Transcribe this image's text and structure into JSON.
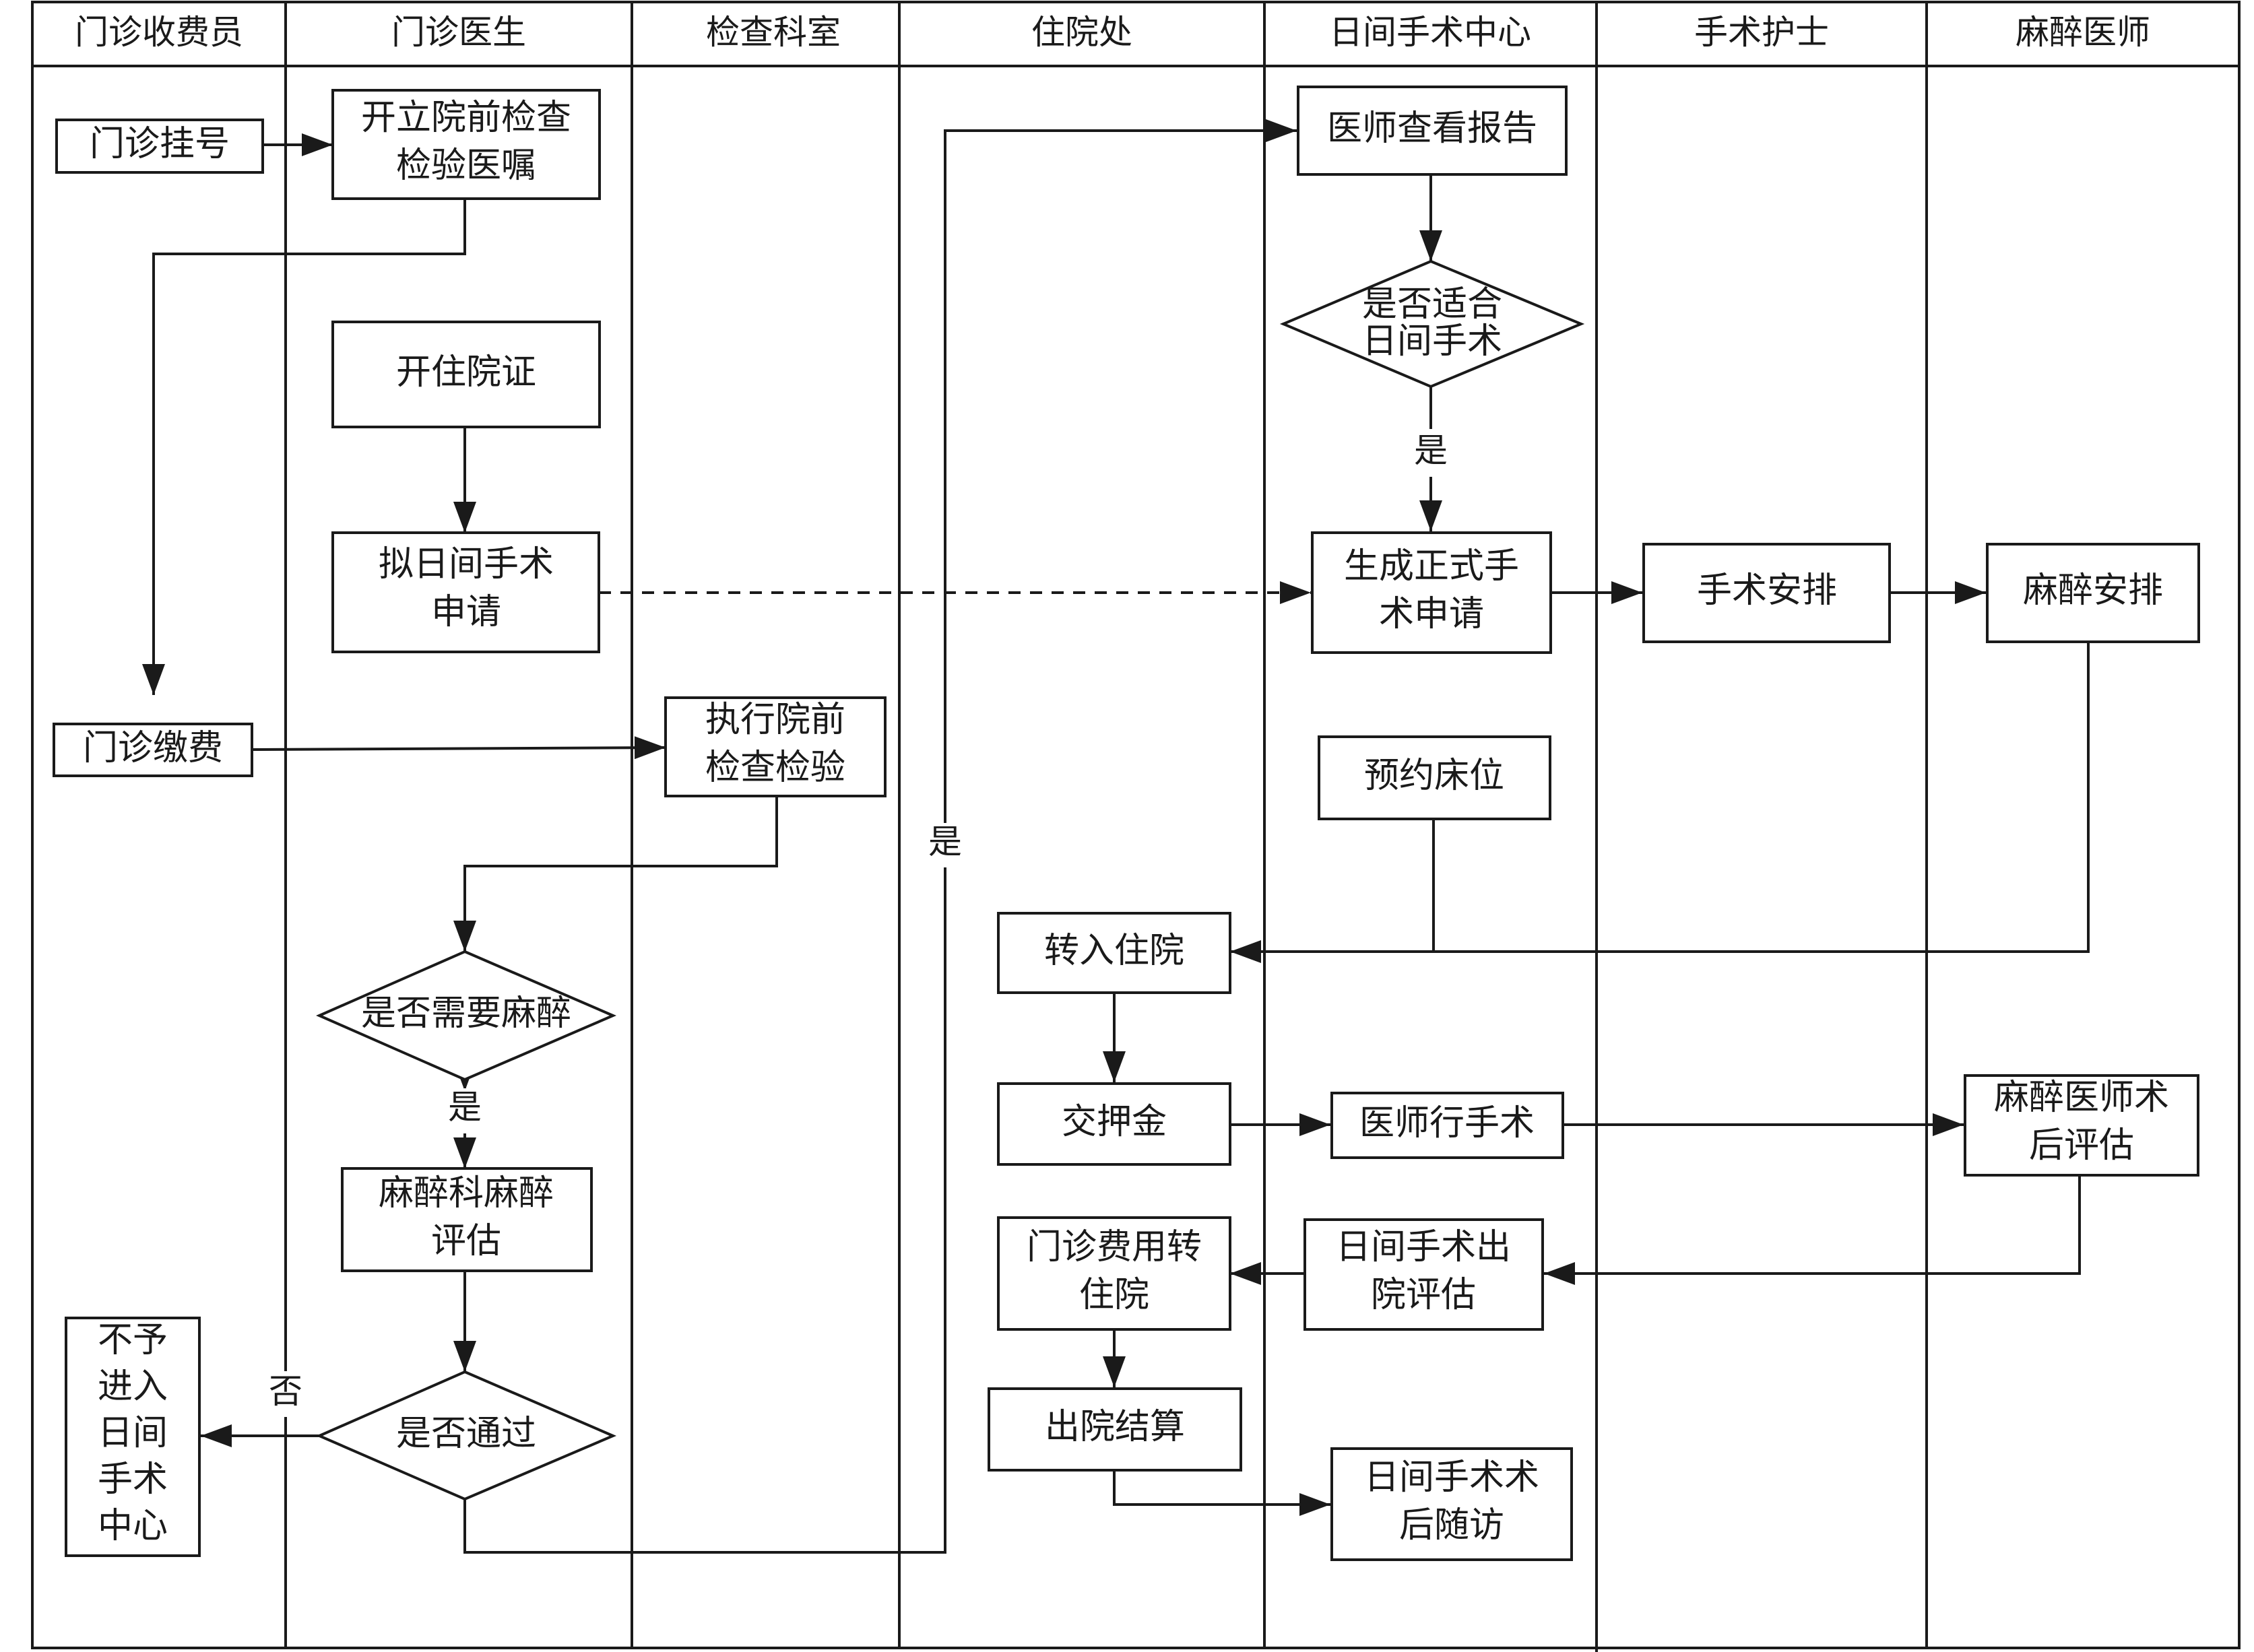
{
  "lanes": [
    {
      "id": "cashier",
      "label": "门诊收费员"
    },
    {
      "id": "doctor",
      "label": "门诊医生"
    },
    {
      "id": "exam",
      "label": "检查科室"
    },
    {
      "id": "inpatient",
      "label": "住院处"
    },
    {
      "id": "daysurgery",
      "label": "日间手术中心"
    },
    {
      "id": "nurse",
      "label": "手术护士"
    },
    {
      "id": "anesth",
      "label": "麻醉医师"
    }
  ],
  "nodes": {
    "registration": {
      "lines": [
        "门诊挂号"
      ]
    },
    "pre_exam_order": {
      "lines": [
        "开立院前检查",
        "检验医嘱"
      ]
    },
    "admission_cert": {
      "lines": [
        "开住院证"
      ]
    },
    "draft_application": {
      "lines": [
        "拟日间手术",
        "申请"
      ]
    },
    "payment": {
      "lines": [
        "门诊缴费"
      ]
    },
    "pre_exam": {
      "lines": [
        "执行院前",
        "检查检验"
      ]
    },
    "need_anesthesia": {
      "lines": [
        "是否需要麻醉"
      ]
    },
    "anesthesia_eval": {
      "lines": [
        "麻醉科麻醉",
        "评估"
      ]
    },
    "passed": {
      "lines": [
        "是否通过"
      ]
    },
    "reject": {
      "lines": [
        "不予",
        "进入",
        "日间",
        "手术",
        "中心"
      ]
    },
    "review_report": {
      "lines": [
        "医师查看报告"
      ]
    },
    "suitable": {
      "lines": [
        "是否适合",
        "日间手术"
      ]
    },
    "formal_application": {
      "lines": [
        "生成正式手",
        "术申请"
      ]
    },
    "surgery_schedule": {
      "lines": [
        "手术安排"
      ]
    },
    "anesthesia_schedule": {
      "lines": [
        "麻醉安排"
      ]
    },
    "book_bed": {
      "lines": [
        "预约床位"
      ]
    },
    "admit": {
      "lines": [
        "转入住院"
      ]
    },
    "deposit": {
      "lines": [
        "交押金"
      ]
    },
    "perform_surgery": {
      "lines": [
        "医师行手术"
      ]
    },
    "postop_anesth_eval": {
      "lines": [
        "麻醉医师术",
        "后评估"
      ]
    },
    "transfer_fees": {
      "lines": [
        "门诊费用转",
        "住院"
      ]
    },
    "discharge_eval": {
      "lines": [
        "日间手术出",
        "院评估"
      ]
    },
    "settlement": {
      "lines": [
        "出院结算"
      ]
    },
    "followup": {
      "lines": [
        "日间手术术",
        "后随访"
      ]
    }
  },
  "edge_labels": {
    "yes_suitable": "是",
    "yes_passed": "是",
    "yes_need_anesthesia": "是",
    "no_passed": "否"
  }
}
